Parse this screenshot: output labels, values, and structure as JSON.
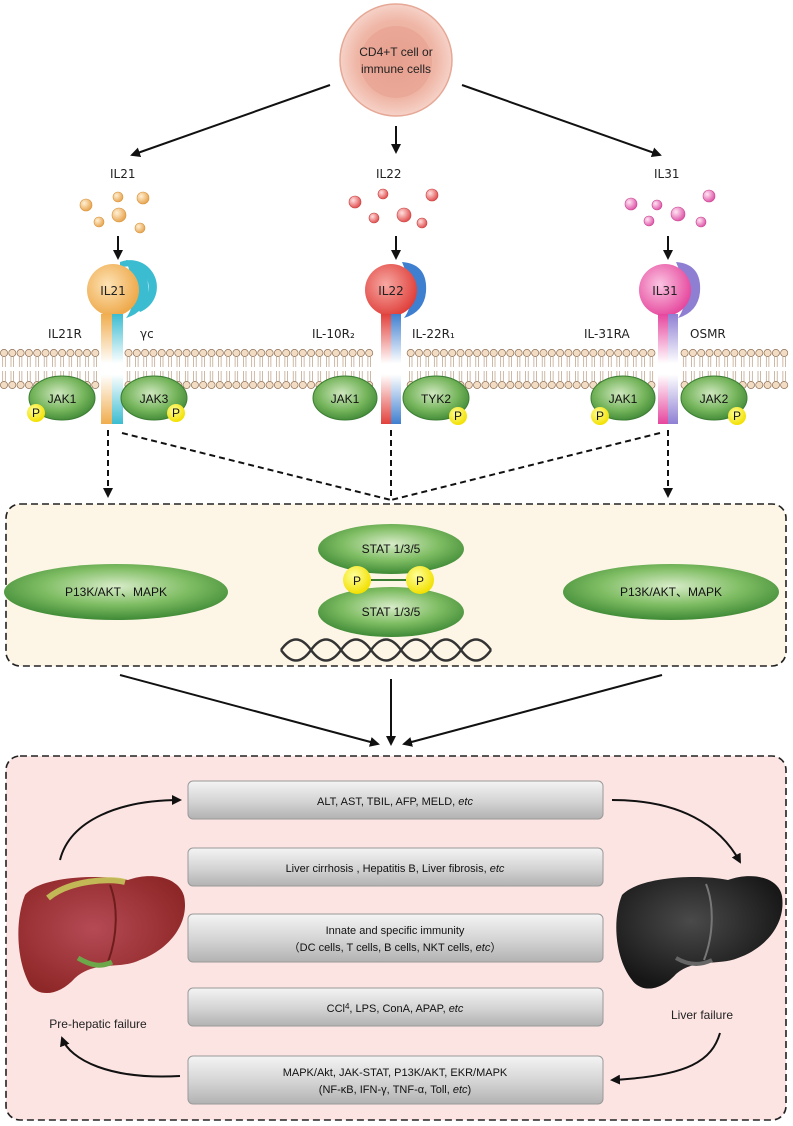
{
  "source_cell": {
    "line1": "CD4+T cell or",
    "line2": "immune cells"
  },
  "pathways": [
    {
      "cytokine": "IL21",
      "receptor_a": "IL21R",
      "receptor_b": "γc",
      "kinase_a": "JAK1",
      "kinase_b": "JAK3",
      "color_a": "#f0ad4e",
      "color_b": "#3bbcd0"
    },
    {
      "cytokine": "IL22",
      "receptor_a": "IL-10R₂",
      "receptor_b": "IL-22R₁",
      "kinase_a": "JAK1",
      "kinase_b": "TYK2",
      "color_a": "#e2403b",
      "color_b": "#3f7fd0"
    },
    {
      "cytokine": "IL31",
      "receptor_a": "IL-31RA",
      "receptor_b": "OSMR",
      "kinase_a": "JAK1",
      "kinase_b": "JAK2",
      "color_a": "#e6469e",
      "color_b": "#8e7fd3"
    }
  ],
  "phospho_label": "P",
  "signaling": {
    "left": "P13K/AKT、MAPK",
    "right": "P13K/AKT、MAPK",
    "stat_top": "STAT 1/3/5",
    "stat_bottom": "STAT 1/3/5"
  },
  "outcomes": {
    "box1": {
      "text": "ALT, AST, TBIL, AFP, MELD, ",
      "italic": "etc"
    },
    "box2": {
      "text": "Liver cirrhosis , Hepatitis B, Liver fibrosis, ",
      "italic": "etc"
    },
    "box3": {
      "line1": "Innate and specific immunity",
      "line2": "（DC cells, T cells, B cells, NKT cells, ",
      "italic": "etc",
      "line2_end": "）"
    },
    "box4": {
      "pre": "CCl",
      "sub": "4",
      "text": ", LPS, ConA, APAP, ",
      "italic": "etc"
    },
    "box5": {
      "line1": "MAPK/Akt, JAK-STAT, P13K/AKT, EKR/MAPK",
      "line2": "(NF-κB, IFN-γ, TNF-α, Toll, ",
      "italic": "etc",
      "line2_end": ")"
    },
    "liver_left": "Pre-hepatic failure",
    "liver_right": "Liver failure"
  },
  "colors": {
    "signal_bg": "#fdf6e6",
    "outcome_bg": "#fce4e3",
    "ellipse_green": "#5ea450"
  }
}
